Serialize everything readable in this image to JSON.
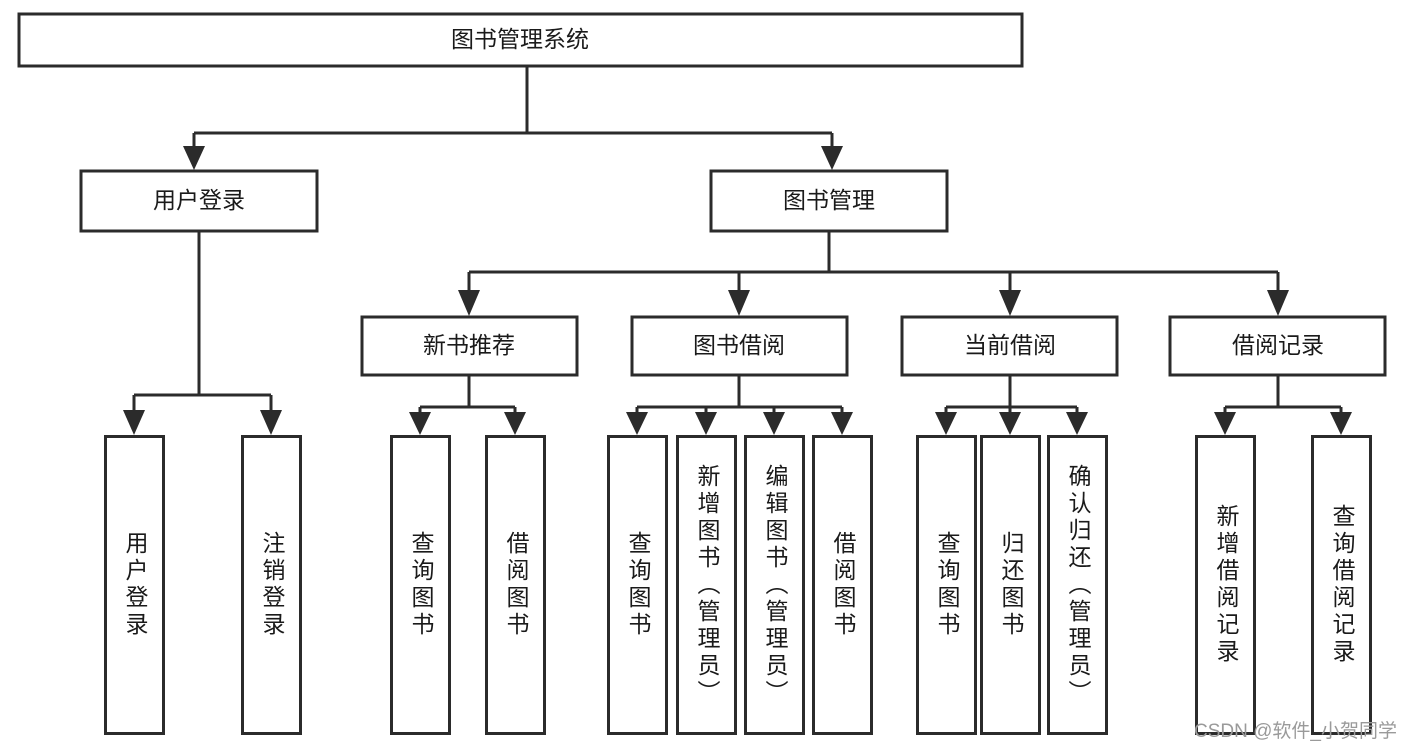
{
  "diagram": {
    "title": "图书管理系统",
    "type": "tree-hierarchy",
    "watermark": "CSDN @软件_小贺同学",
    "colors": {
      "stroke": "#2b2b2b",
      "fill": "#ffffff",
      "text": "#1a1a1a",
      "watermark": "#9a9a9a"
    },
    "root": {
      "label": "图书管理系统"
    },
    "level2": [
      {
        "label": "用户登录"
      },
      {
        "label": "图书管理"
      }
    ],
    "level3": [
      {
        "label": "新书推荐"
      },
      {
        "label": "图书借阅"
      },
      {
        "label": "当前借阅"
      },
      {
        "label": "借阅记录"
      }
    ],
    "leaves": {
      "user_login": [
        {
          "label": "用户登录"
        },
        {
          "label": "注销登录"
        }
      ],
      "new_book_recommend": [
        {
          "label": "查询图书"
        },
        {
          "label": "借阅图书"
        }
      ],
      "book_borrow": [
        {
          "label": "查询图书"
        },
        {
          "label": "新增图书（管理员）"
        },
        {
          "label": "编辑图书（管理员）"
        },
        {
          "label": "借阅图书"
        }
      ],
      "current_borrow": [
        {
          "label": "查询图书"
        },
        {
          "label": "归还图书"
        },
        {
          "label": "确认归还（管理员）"
        }
      ],
      "borrow_record": [
        {
          "label": "新增借阅记录"
        },
        {
          "label": "查询借阅记录"
        }
      ]
    }
  }
}
